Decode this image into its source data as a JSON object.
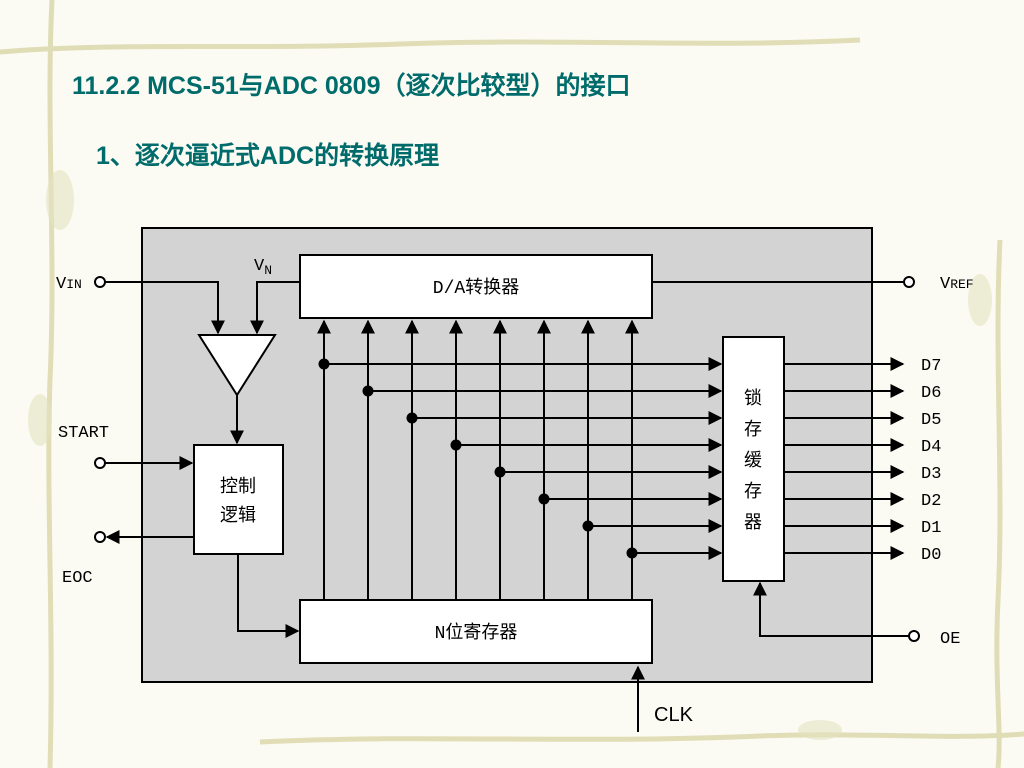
{
  "title": "11.2.2  MCS-51与ADC 0809（逐次比较型）的接口",
  "subtitle": "1、逐次逼近式ADC的转换原理",
  "diagram": {
    "dac_label": "D/A转换器",
    "register_label": "N位寄存器",
    "control_label": [
      "控制",
      "逻辑"
    ],
    "latch_label": [
      "锁",
      "存",
      "缓",
      "存",
      "器"
    ],
    "vin_label": "VIN",
    "vin_main": "V",
    "vin_sub": "IN",
    "vn_main": "V",
    "vn_sub": "N",
    "vref_main": "V",
    "vref_sub": "REF",
    "start_label": "START",
    "eoc_label": "EOC",
    "oe_label": "OE",
    "clk_label": "CLK",
    "data_outputs": [
      "D7",
      "D6",
      "D5",
      "D4",
      "D3",
      "D2",
      "D1",
      "D0"
    ]
  },
  "colors": {
    "title": "#006b6b",
    "panel": "#d3d3d3",
    "box": "#ffffff",
    "line": "#000000"
  }
}
